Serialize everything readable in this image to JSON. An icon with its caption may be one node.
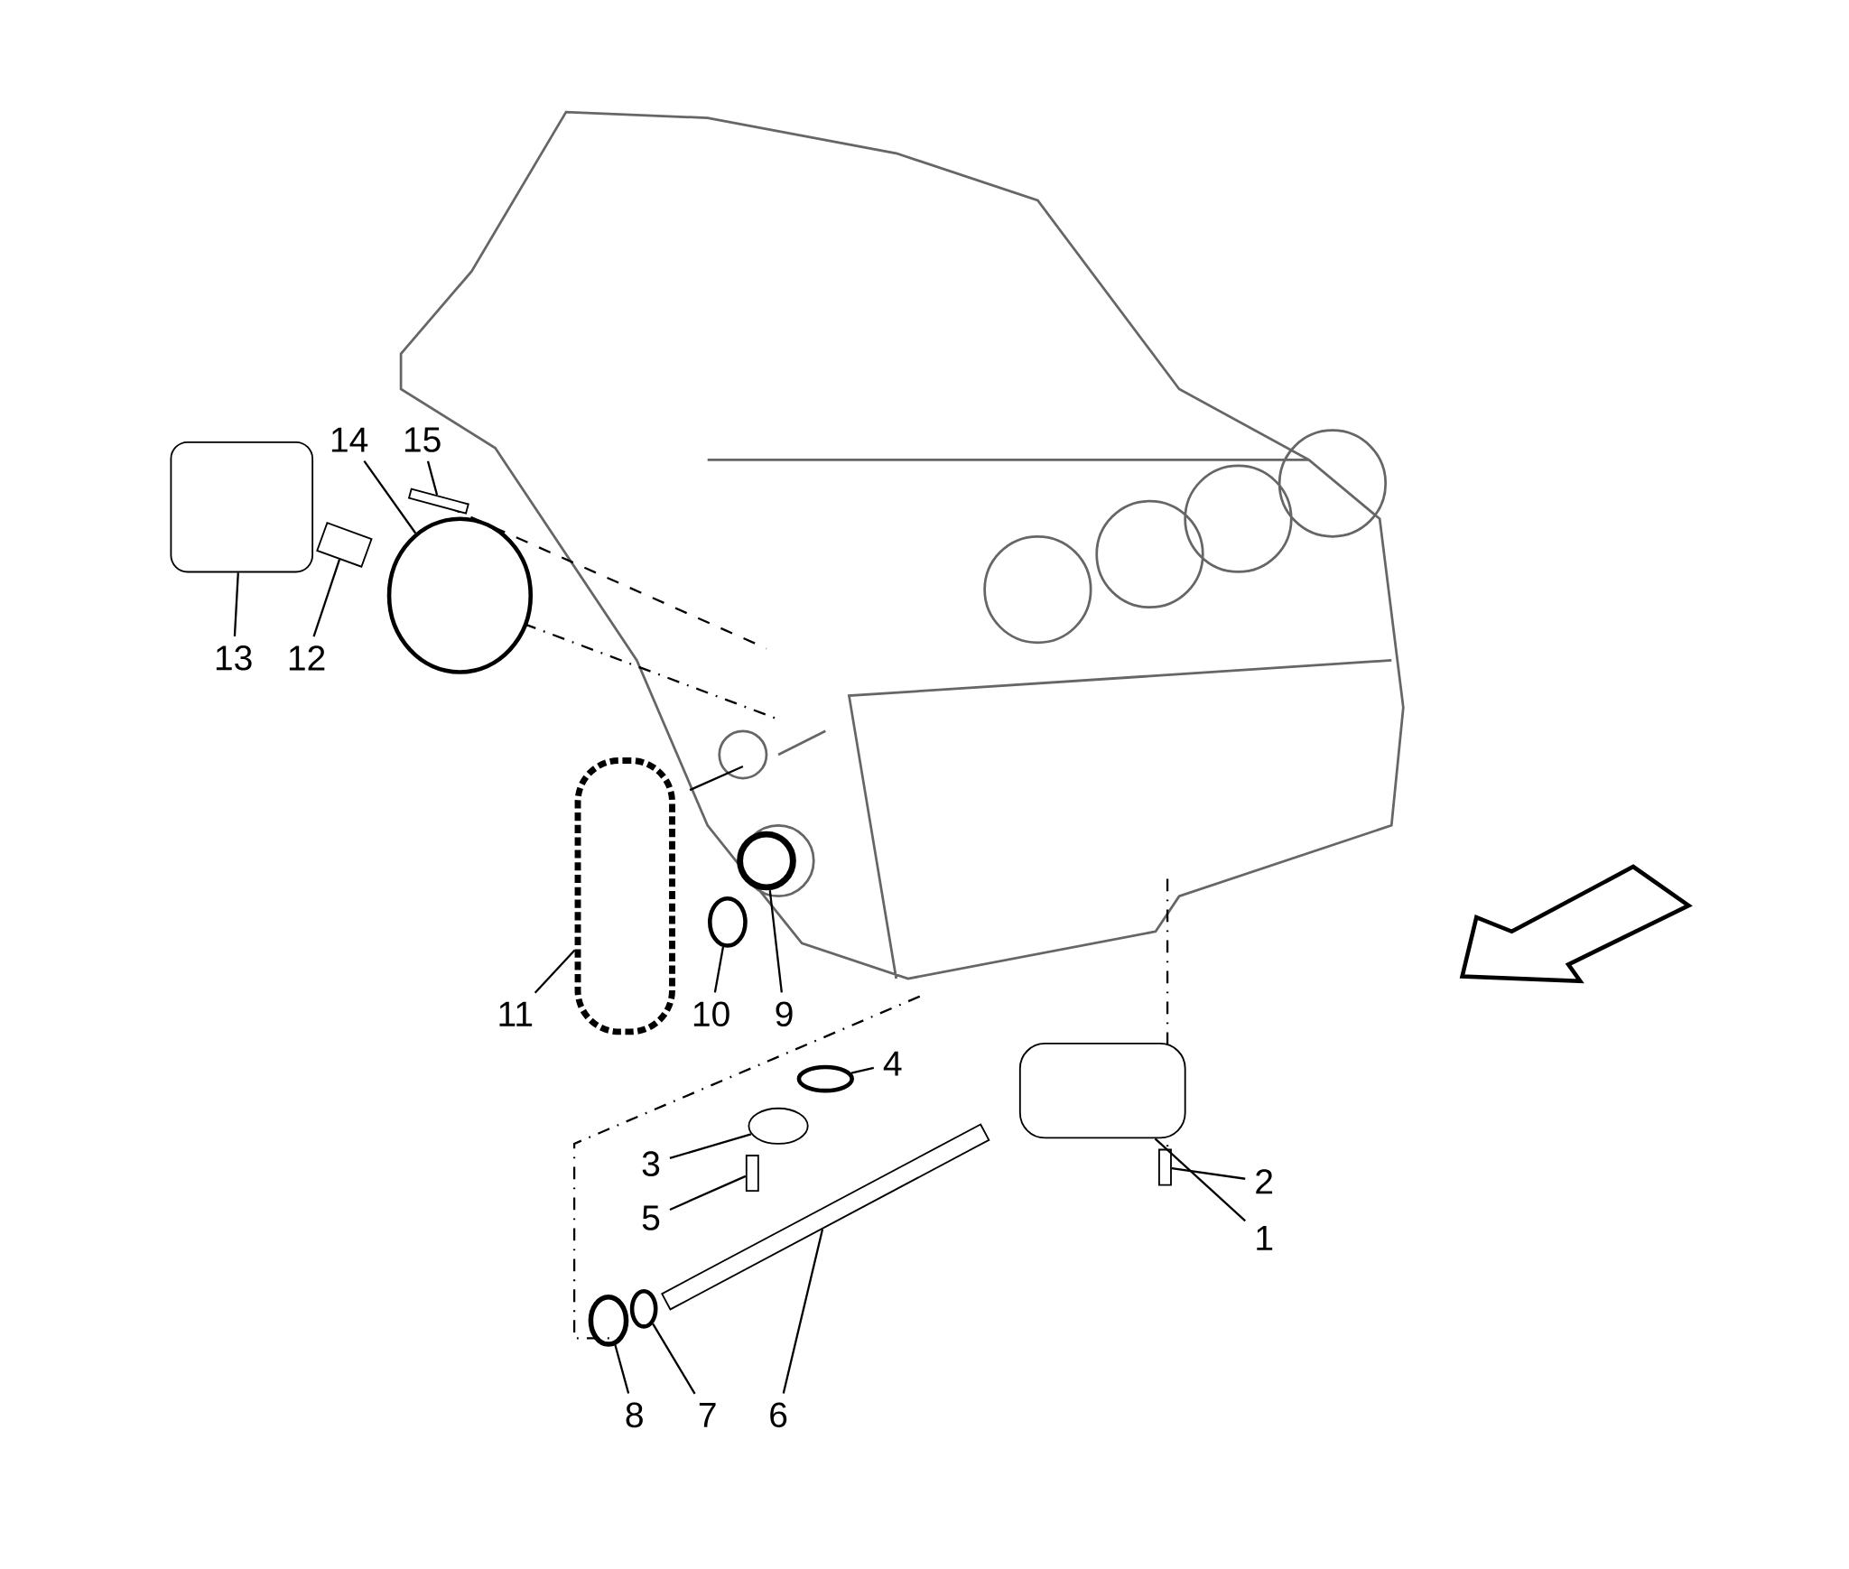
{
  "diagram": {
    "nodes": [
      {
        "text": [
          "1"
        ]
      },
      {
        "text": [
          "2"
        ]
      },
      {
        "text": [
          "3"
        ]
      },
      {
        "text": [
          "4"
        ]
      },
      {
        "text": [
          "5"
        ]
      },
      {
        "text": [
          "6"
        ]
      },
      {
        "text": [
          "7"
        ]
      },
      {
        "text": [
          "8"
        ]
      },
      {
        "text": [
          "9"
        ]
      },
      {
        "text": [
          "10"
        ]
      },
      {
        "text": [
          "11"
        ]
      },
      {
        "text": [
          "12"
        ]
      },
      {
        "text": [
          "13"
        ]
      },
      {
        "text": [
          "14"
        ]
      },
      {
        "text": [
          "15"
        ]
      },
      {
        "text": [],
        "shape": "box"
      },
      {
        "text": [],
        "shape": "box"
      },
      {
        "text": [],
        "shape": "circle"
      },
      {
        "text": [],
        "shape": "circle"
      },
      {
        "text": [],
        "shape": "box"
      },
      {
        "text": [],
        "shape": "box"
      },
      {
        "text": [],
        "shape": "circle"
      },
      {
        "text": [],
        "shape": "circle"
      },
      {
        "text": [],
        "shape": "circle"
      },
      {
        "text": [],
        "shape": "circle"
      },
      {
        "text": [],
        "shape": "box"
      },
      {
        "text": [],
        "shape": "box"
      },
      {
        "text": [],
        "shape": "box"
      },
      {
        "text": [],
        "shape": "circle"
      },
      {
        "text": [],
        "shape": "box"
      }
    ],
    "edges": [
      {
        "from": 0,
        "to": 15,
        "arrow": "none"
      },
      {
        "from": 1,
        "to": 16,
        "arrow": "none"
      },
      {
        "from": 2,
        "to": 17,
        "arrow": "none"
      },
      {
        "from": 3,
        "to": 18,
        "arrow": "none"
      },
      {
        "from": 4,
        "to": 19,
        "arrow": "none"
      },
      {
        "from": 5,
        "to": 20,
        "arrow": "none"
      },
      {
        "from": 6,
        "to": 21,
        "arrow": "none"
      },
      {
        "from": 7,
        "to": 22,
        "arrow": "none"
      },
      {
        "from": 8,
        "to": 23,
        "arrow": "none"
      },
      {
        "from": 9,
        "to": 24,
        "arrow": "none"
      },
      {
        "from": 10,
        "to": 25,
        "arrow": "none"
      },
      {
        "from": 11,
        "to": 26,
        "arrow": "none"
      },
      {
        "from": 12,
        "to": 27,
        "arrow": "none"
      },
      {
        "from": 13,
        "to": 28,
        "arrow": "none"
      },
      {
        "from": 14,
        "to": 29,
        "arrow": "none"
      }
    ]
  }
}
